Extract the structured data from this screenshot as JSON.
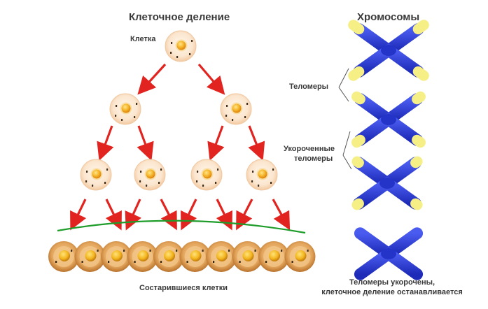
{
  "titles": {
    "cell_division": "Клеточное деление",
    "chromosomes": "Хромосомы"
  },
  "labels": {
    "cell": "Клетка",
    "telomeres": "Теломеры",
    "shortened_telomeres_line1": "Укороченные",
    "shortened_telomeres_line2": "теломеры",
    "aged_cells": "Состарившиеся клетки",
    "stop_line1": "Теломеры укорочены,",
    "stop_line2": "клеточное деление останавливается"
  },
  "colors": {
    "arrow": "#e1241f",
    "cell_outer": "#f6d2b0",
    "nucleus": "#f2a11f",
    "chromosome": "#2f3fd6",
    "telomere": "#f5ef86",
    "senescence_line": "#1f9d2a",
    "aged_cell": "#d68f3c"
  }
}
